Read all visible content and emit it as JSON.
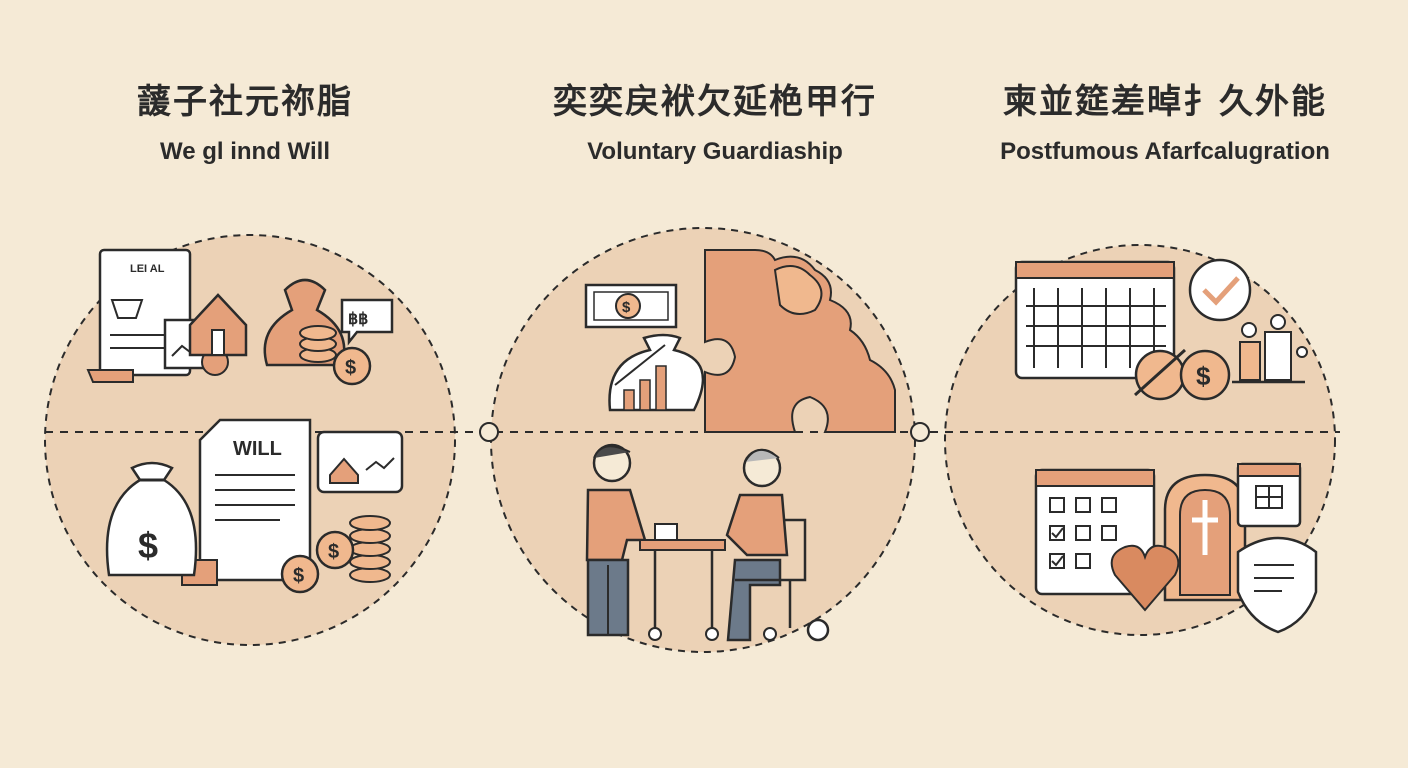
{
  "panels": [
    {
      "title_zh": "蘐子社元祢脂",
      "title_en": "We gl innd Will"
    },
    {
      "title_zh": "奕奕戻袱欠延栬甲行",
      "title_en": "Voluntary Guardiaship"
    },
    {
      "title_zh": "柬並筵差晫扌久外能",
      "title_en": "Postfumous Afarfcalugration"
    }
  ],
  "labels": {
    "legal_doc": "LEI AL",
    "will_doc": "WILL",
    "bubble_text": "฿฿"
  },
  "colors": {
    "background": "#f5ead6",
    "circle_fill": "#ecd2b6",
    "accent": "#e4a07a",
    "accent_dark": "#d98a60",
    "ink": "#2b2b2b"
  }
}
